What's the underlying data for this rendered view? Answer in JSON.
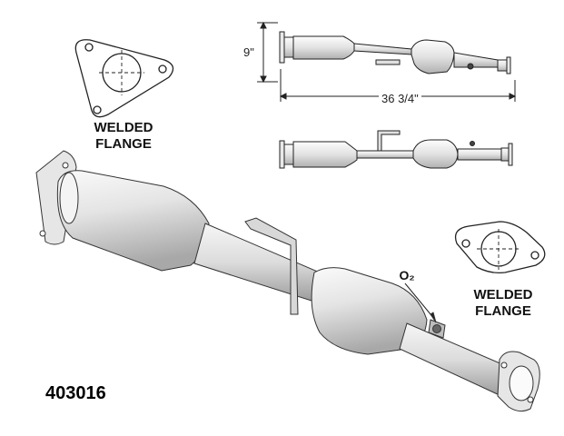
{
  "labels": {
    "top_left_flange": [
      "WELDED",
      "FLANGE"
    ],
    "right_flange": [
      "WELDED",
      "FLANGE"
    ],
    "o2_sensor": "O₂",
    "height_dimension": "9\"",
    "length_dimension": "36 3/4\"",
    "part_number": "403016"
  },
  "colors": {
    "line": "#222222",
    "metal_light": "#f2f2f2",
    "metal_mid": "#cfcfcf",
    "metal_dark": "#9a9a9a"
  }
}
